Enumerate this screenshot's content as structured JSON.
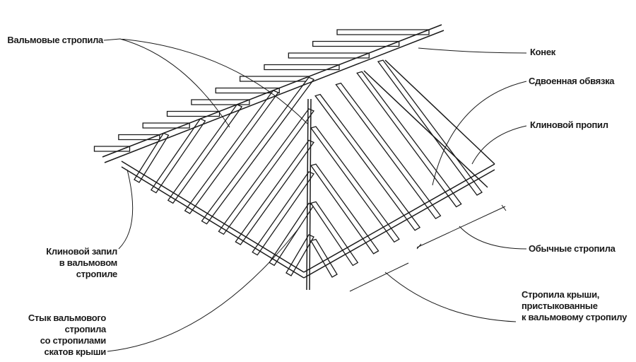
{
  "labels": {
    "hip_rafters": "Вальмовые стропила",
    "ridge": "Конек",
    "double_plate": "Сдвоенная обвязка",
    "wedge_cut": "Клиновой пропил",
    "hip_wedge_cut": [
      "Клиновой запил",
      "в вальмовом",
      "стропиле"
    ],
    "common_rafters": "Обычные стропила",
    "jack_rafters": [
      "Стропила крыши,",
      "пристыкованные",
      "к вальмовому стропилу"
    ],
    "hip_joint": [
      "Стык вальмового",
      "стропила",
      "со стропилами",
      "скатов крыши"
    ]
  },
  "colors": {
    "ink": "#1a1a1a"
  }
}
